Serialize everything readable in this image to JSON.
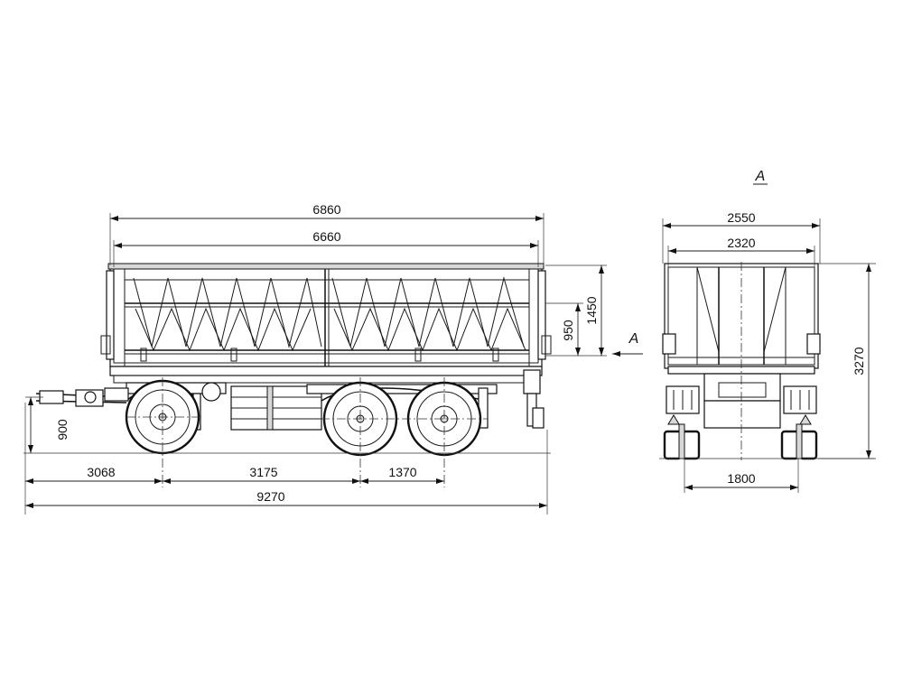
{
  "side_view": {
    "dims": {
      "overall_body_length": "6860",
      "inner_body_length": "6660",
      "side_height_950": "950",
      "side_height_1450": "1450",
      "coupling_height": "900",
      "drawbar_to_front_axle": "3068",
      "front_axle_to_rear_axle": "3175",
      "rear_axle_spacing": "1370",
      "overall_length": "9270"
    },
    "view_marker": "A"
  },
  "rear_view": {
    "title": "A",
    "dims": {
      "overall_width": "2550",
      "body_inner_width": "2320",
      "overall_height": "3270",
      "track_width": "1800"
    }
  }
}
